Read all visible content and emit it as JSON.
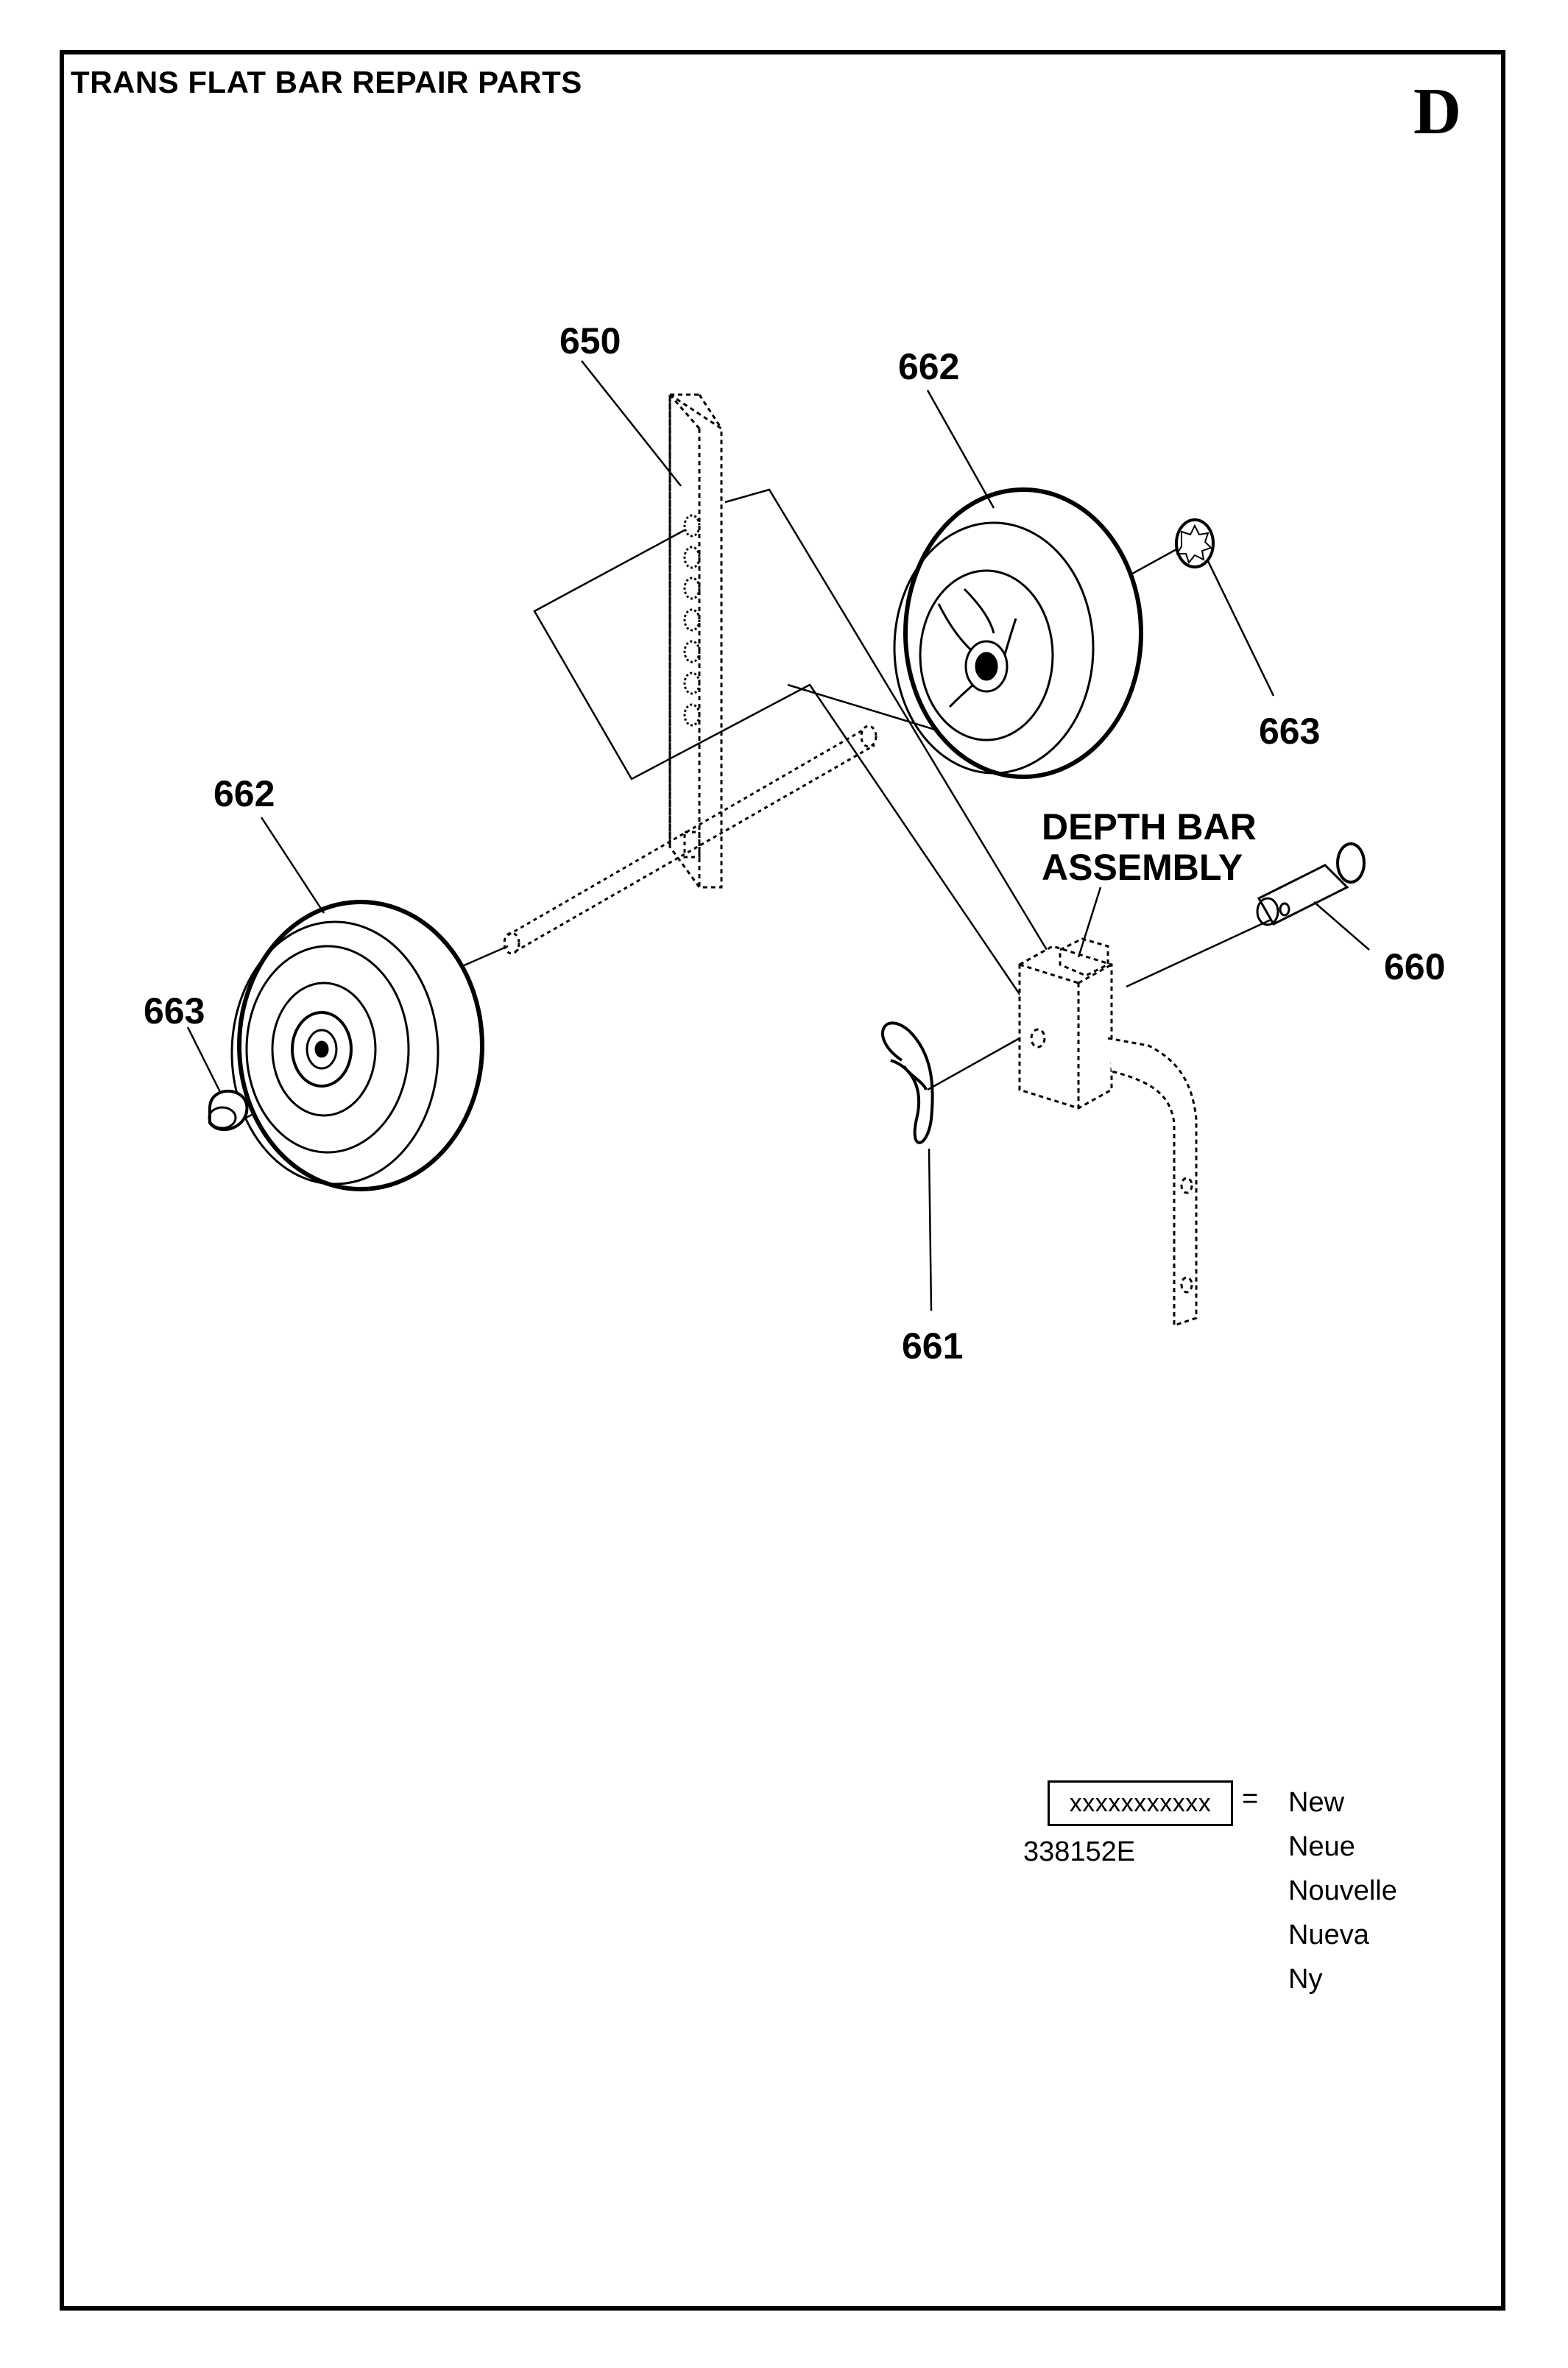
{
  "header": {
    "title": "TRANS FLAT BAR REPAIR PARTS",
    "section_letter": "D"
  },
  "diagram": {
    "assembly_label_line1": "DEPTH BAR",
    "assembly_label_line2": "ASSEMBLY",
    "callouts": {
      "flat_bar": "650",
      "wheel_top": "662",
      "wheel_bottom": "662",
      "cap_top": "663",
      "cap_bottom": "663",
      "clevis_pin": "660",
      "hairpin_clip": "661"
    }
  },
  "legend": {
    "box_text": "xxxxxxxxxxx",
    "equals": "=",
    "part_code": "338152E",
    "meanings": [
      "New",
      "Neue",
      "Nouvelle",
      "Nueva",
      "Ny"
    ]
  }
}
